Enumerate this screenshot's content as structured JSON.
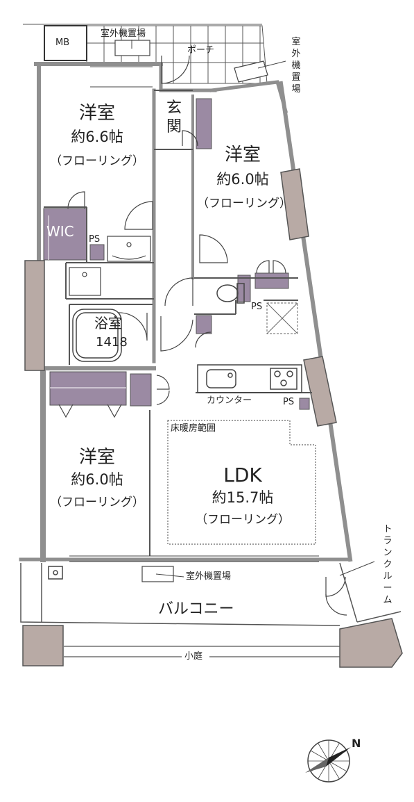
{
  "rooms": {
    "western1": {
      "name": "洋室",
      "size": "約6.6帖",
      "floor": "（フローリング）"
    },
    "western2": {
      "name": "洋室",
      "size": "約6.0帖",
      "floor": "（フローリング）"
    },
    "western3": {
      "name": "洋室",
      "size": "約6.0帖",
      "floor": "（フローリング）"
    },
    "ldk": {
      "name": "LDK",
      "size": "約15.7帖",
      "floor": "（フローリング）"
    },
    "bath": {
      "name": "浴室",
      "code": "1418"
    },
    "entrance": {
      "line1": "玄",
      "line2": "関"
    }
  },
  "labels": {
    "mb": "MB",
    "outdoor_unit_top": "室外機置場",
    "outdoor_unit_right": "室外機置場",
    "outdoor_unit_bottom": "室外機置場",
    "porch": "ポーチ",
    "wic": "WIC",
    "ps1": "PS",
    "ps2": "PS",
    "ps3": "PS",
    "counter": "カウンター",
    "floor_heating": "床暖房範囲",
    "balcony": "バルコニー",
    "trunk_room": "トランクルーム",
    "garden": "小庭",
    "north": "N"
  },
  "colors": {
    "wall": "#9a9a9a",
    "pillar": "#b8aaa5",
    "storage": "#9b8aa3",
    "line": "#333333"
  }
}
